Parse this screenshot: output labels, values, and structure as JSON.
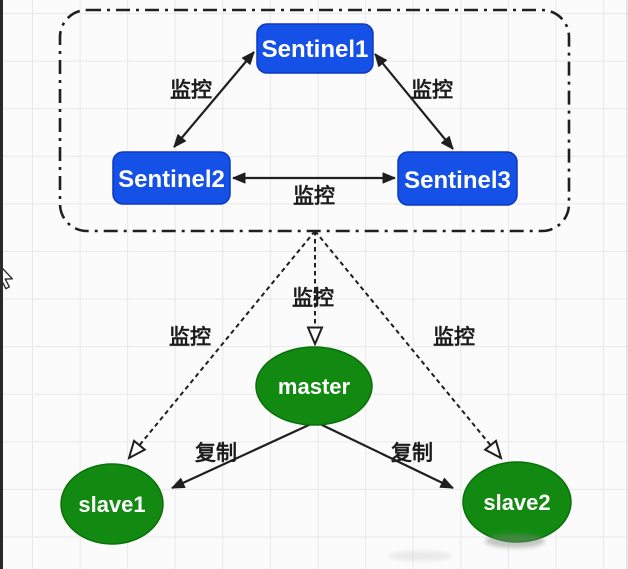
{
  "nodes": {
    "sentinel1": "Sentinel1",
    "sentinel2": "Sentinel2",
    "sentinel3": "Sentinel3",
    "master": "master",
    "slave1": "slave1",
    "slave2": "slave2"
  },
  "edge_labels": {
    "sentinel1_sentinel2": "监控",
    "sentinel1_sentinel3": "监控",
    "sentinel2_sentinel3": "监控",
    "sentinels_master": "监控",
    "sentinels_slave1": "监控",
    "sentinels_slave2": "监控",
    "master_slave1": "复制",
    "master_slave2": "复制"
  },
  "colors": {
    "sentinel_box": "#1551e6",
    "redis_node": "#128a12",
    "line": "#1f1f1f"
  }
}
